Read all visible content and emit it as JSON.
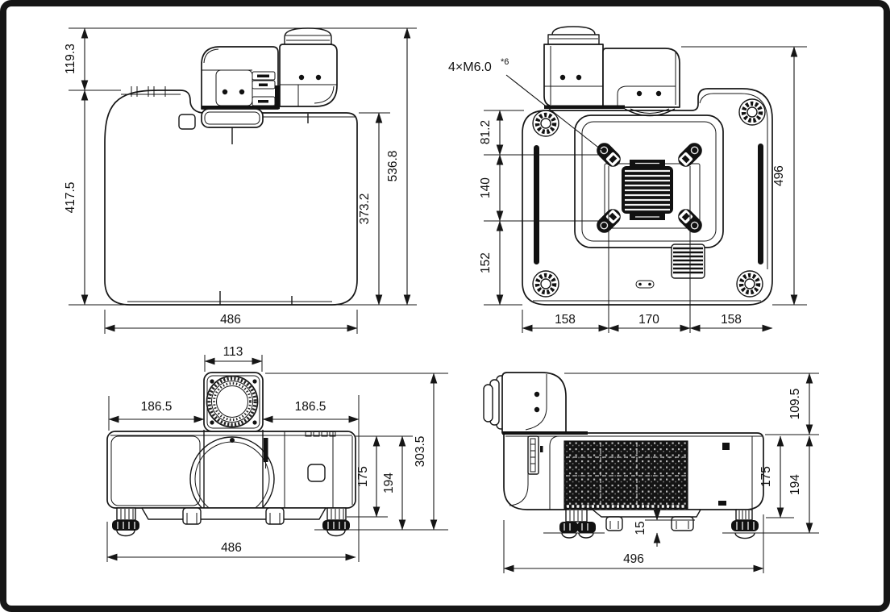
{
  "page": {
    "background": "#ffffff",
    "frame_color": "#161616"
  },
  "views": {
    "top_view": {
      "dims": {
        "lens_protrusion": "119.3",
        "body_depth": "417.5",
        "rear_body_depth": "373.2",
        "total_depth": "536.8",
        "body_width": "486"
      }
    },
    "bottom_view": {
      "screw_spec": "4×M6.0",
      "screw_spec_superscript": "*6",
      "dims": {
        "front_edge_to_holes": "81.2",
        "hole_pitch_depth": "140",
        "holes_to_rear_edge": "152",
        "overall_depth": "496",
        "width_left": "158",
        "width_center": "170",
        "width_right": "158"
      }
    },
    "front_view": {
      "dims": {
        "lens_width": "113",
        "left_edge_to_lens": "186.5",
        "lens_to_right_edge": "186.5",
        "body_height": "175",
        "height_with_feet": "194",
        "overall_height": "303.5",
        "body_width": "486"
      }
    },
    "side_view": {
      "dims": {
        "lens_above_body": "109.5",
        "body_height": "175",
        "height_with_feet": "194",
        "foot_height": "15",
        "overall_length": "496"
      }
    }
  }
}
